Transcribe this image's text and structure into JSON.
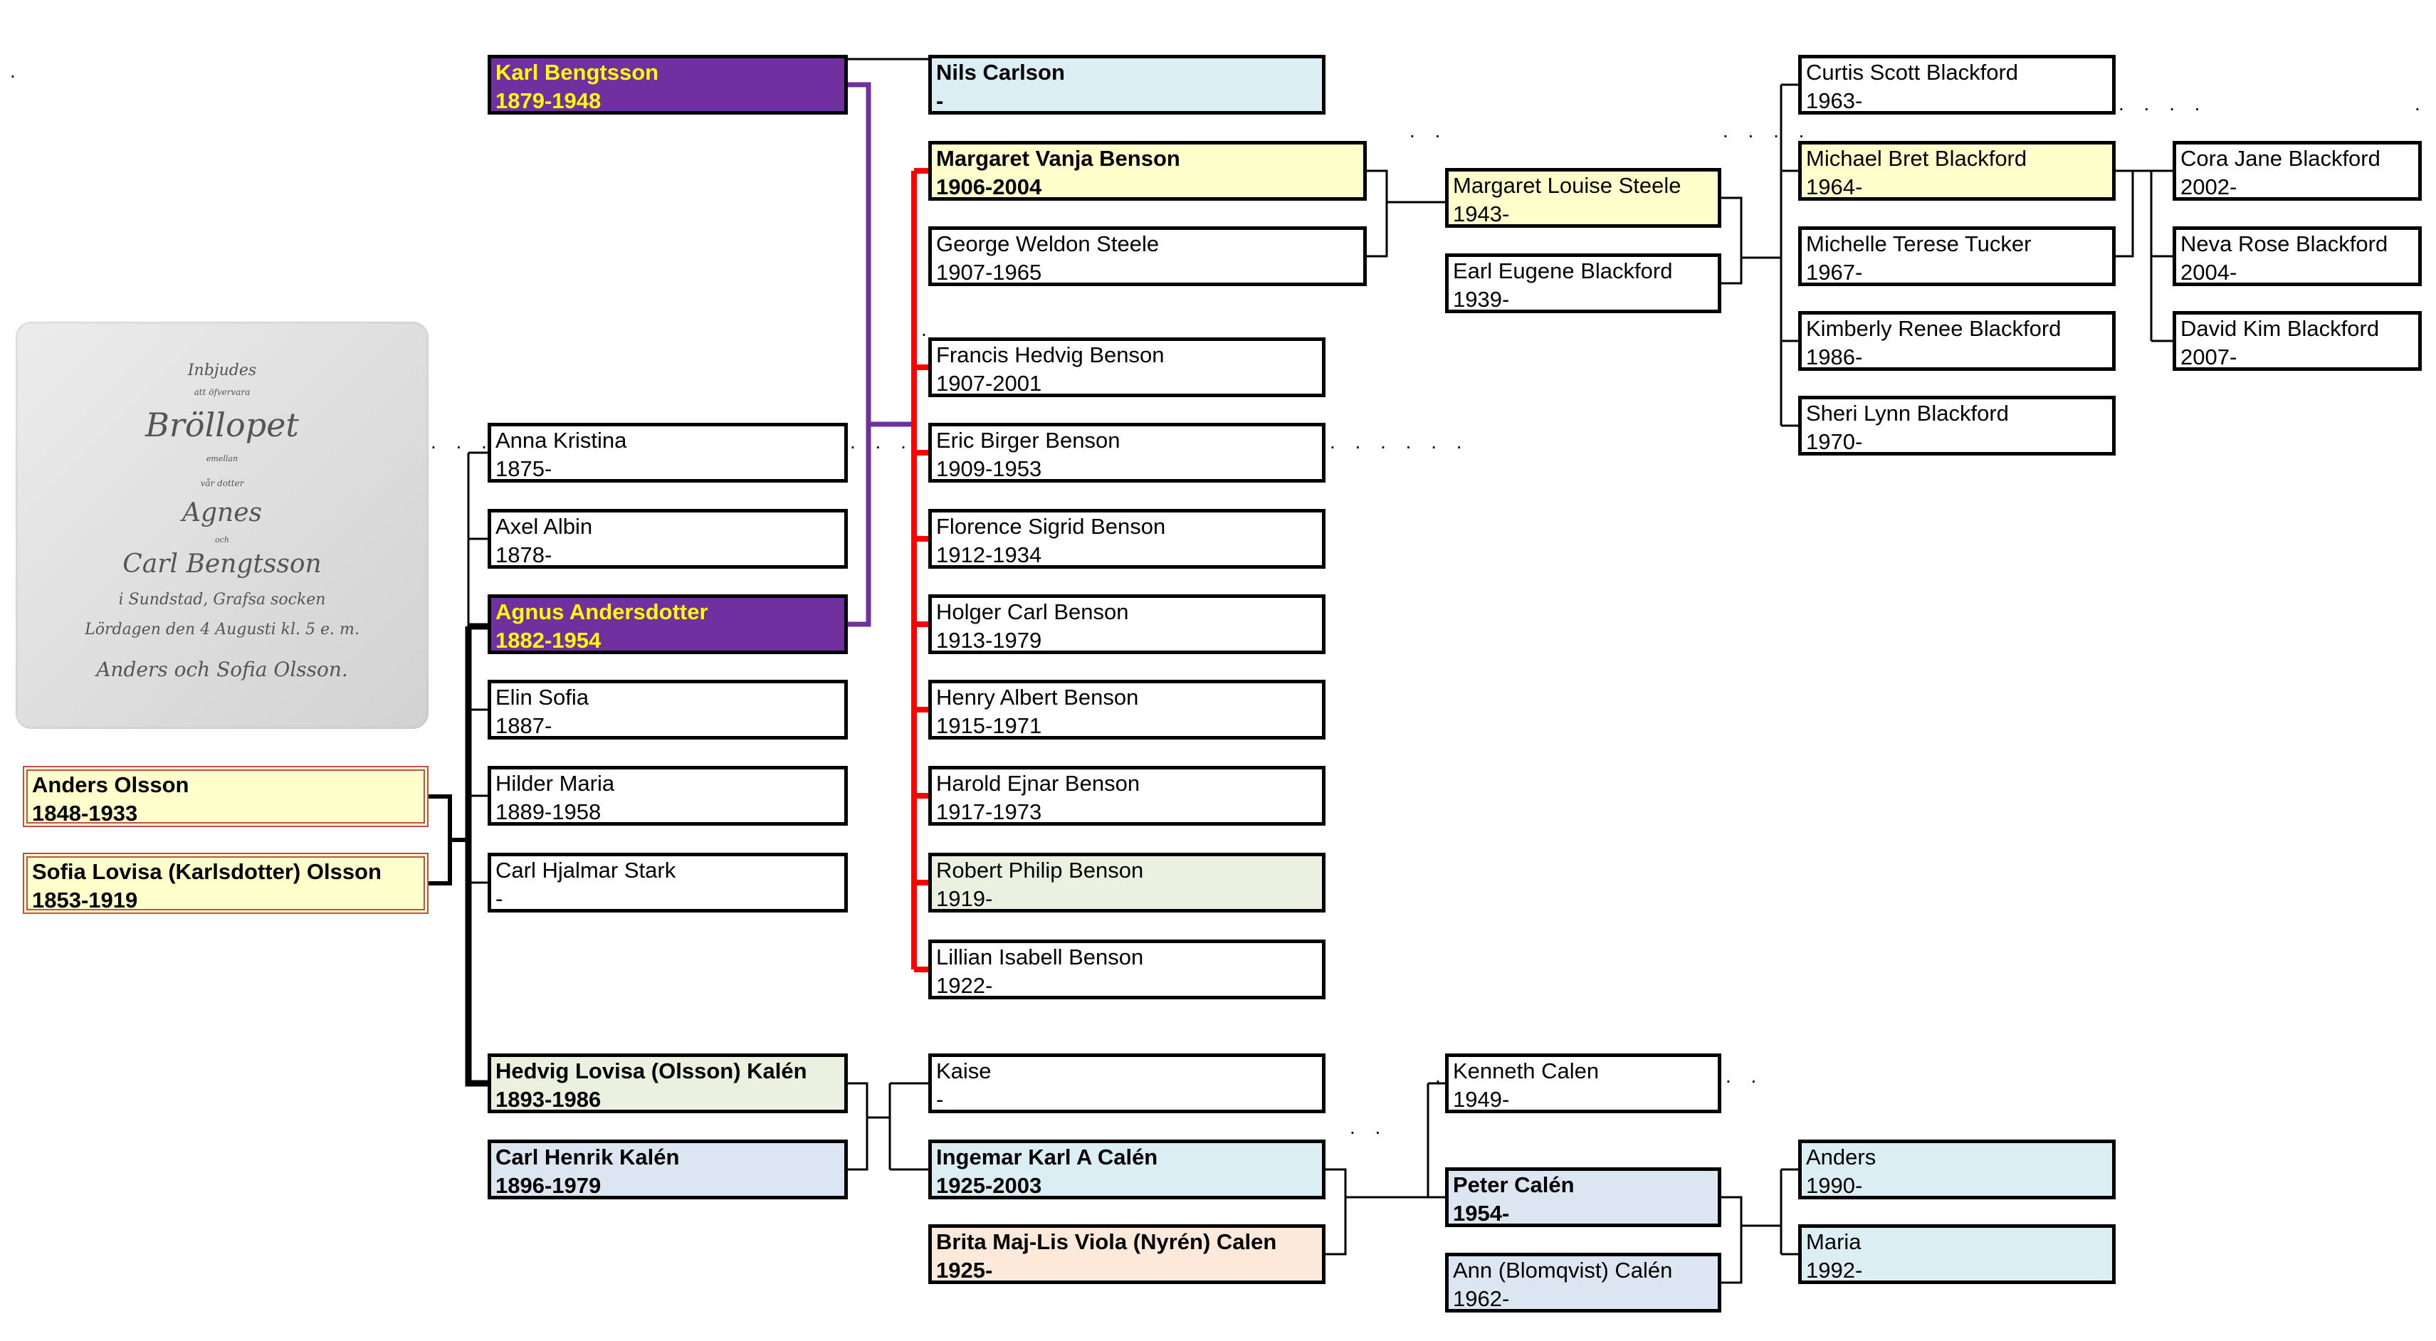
{
  "card": {
    "line1": "Inbjudes",
    "line2": "att öfvervara",
    "line3": "Bröllopet",
    "line4": "emellan",
    "line5": "vår dotter",
    "line6": "Agnes",
    "line7": "och",
    "line8": "Carl Bengtsson",
    "line9": "i Sundstad, Grafsa socken",
    "line10": "Lördagen den 4 Augusti kl. 5 e. m.",
    "line11": "Anders och Sofia Olsson."
  },
  "people": [
    {
      "id": "anders-olsson",
      "name": "Anders Olsson",
      "dates": "1848-1933"
    },
    {
      "id": "sofia-olsson",
      "name": "Sofia Lovisa (Karlsdotter) Olsson",
      "dates": "1853-1919"
    },
    {
      "id": "karl-bengtsson",
      "name": "Karl Bengtsson",
      "dates": "1879-1948"
    },
    {
      "id": "anna-kristina",
      "name": "Anna Kristina",
      "dates": "1875-"
    },
    {
      "id": "axel-albin",
      "name": "Axel Albin",
      "dates": "1878-"
    },
    {
      "id": "agnus-andersdotter",
      "name": "Agnus Andersdotter",
      "dates": "1882-1954"
    },
    {
      "id": "elin-sofia",
      "name": "Elin Sofia",
      "dates": "1887-"
    },
    {
      "id": "hilder-maria",
      "name": "Hilder Maria",
      "dates": "1889-1958"
    },
    {
      "id": "carl-hjalmar-stark",
      "name": "Carl Hjalmar Stark",
      "dates": "-"
    },
    {
      "id": "hedvig-kalen",
      "name": "Hedvig Lovisa (Olsson) Kalén",
      "dates": "1893-1986"
    },
    {
      "id": "carl-henrik-kalen",
      "name": "Carl Henrik Kalén",
      "dates": "1896-1979"
    },
    {
      "id": "nils-carlson",
      "name": "Nils Carlson",
      "dates": "-"
    },
    {
      "id": "margaret-vanja-benson",
      "name": "Margaret Vanja Benson",
      "dates": "1906-2004"
    },
    {
      "id": "george-weldon-steele",
      "name": "George Weldon Steele",
      "dates": "1907-1965"
    },
    {
      "id": "francis-hedvig-benson",
      "name": "Francis Hedvig Benson",
      "dates": "1907-2001"
    },
    {
      "id": "eric-birger-benson",
      "name": "Eric Birger Benson",
      "dates": "1909-1953"
    },
    {
      "id": "florence-sigrid-benson",
      "name": "Florence Sigrid Benson",
      "dates": "1912-1934"
    },
    {
      "id": "holger-carl-benson",
      "name": "Holger Carl Benson",
      "dates": "1913-1979"
    },
    {
      "id": "henry-albert-benson",
      "name": "Henry Albert Benson",
      "dates": "1915-1971"
    },
    {
      "id": "harold-ejnar-benson",
      "name": "Harold Ejnar Benson",
      "dates": "1917-1973"
    },
    {
      "id": "robert-philip-benson",
      "name": "Robert Philip Benson",
      "dates": "1919-"
    },
    {
      "id": "lillian-isabell-benson",
      "name": "Lillian Isabell Benson",
      "dates": "1922-"
    },
    {
      "id": "kaise",
      "name": "Kaise",
      "dates": "-"
    },
    {
      "id": "ingemar-calen",
      "name": "Ingemar Karl A Calén",
      "dates": "1925-2003"
    },
    {
      "id": "brita-calen",
      "name": "Brita Maj-Lis Viola (Nyrén) Calen",
      "dates": "1925-"
    },
    {
      "id": "margaret-louise-steele",
      "name": "Margaret Louise Steele",
      "dates": "1943-"
    },
    {
      "id": "earl-eugene-blackford",
      "name": "Earl Eugene Blackford",
      "dates": "1939-"
    },
    {
      "id": "kenneth-calen",
      "name": "Kenneth Calen",
      "dates": "1949-"
    },
    {
      "id": "peter-calen",
      "name": "Peter Calén",
      "dates": "1954-"
    },
    {
      "id": "ann-calen",
      "name": "Ann (Blomqvist) Calén",
      "dates": "1962-"
    },
    {
      "id": "curtis-blackford",
      "name": "Curtis Scott Blackford",
      "dates": "1963-"
    },
    {
      "id": "michael-blackford",
      "name": "Michael Bret Blackford",
      "dates": "1964-"
    },
    {
      "id": "michelle-tucker",
      "name": "Michelle Terese Tucker",
      "dates": "1967-"
    },
    {
      "id": "kimberly-blackford",
      "name": "Kimberly Renee  Blackford",
      "dates": "1986-"
    },
    {
      "id": "sheri-blackford",
      "name": "Sheri Lynn Blackford",
      "dates": "1970-"
    },
    {
      "id": "anders",
      "name": "Anders",
      "dates": "1990-"
    },
    {
      "id": "maria",
      "name": "Maria",
      "dates": "1992-"
    },
    {
      "id": "cora-blackford",
      "name": "Cora Jane Blackford",
      "dates": "2002-"
    },
    {
      "id": "neva-blackford",
      "name": "Neva Rose Blackford",
      "dates": "2004-"
    },
    {
      "id": "david-blackford",
      "name": "David Kim Blackford",
      "dates": "2007-"
    }
  ],
  "colors": {
    "purple": "#7030a0",
    "yellow_text": "#ffff00",
    "red_line": "#ff0000",
    "pale_yellow": "#ffffcc",
    "pale_blue": "#daeef3",
    "pale_green": "#ebf1de",
    "pale_steel": "#dce6f1",
    "pale_peach": "#fde9d9"
  }
}
